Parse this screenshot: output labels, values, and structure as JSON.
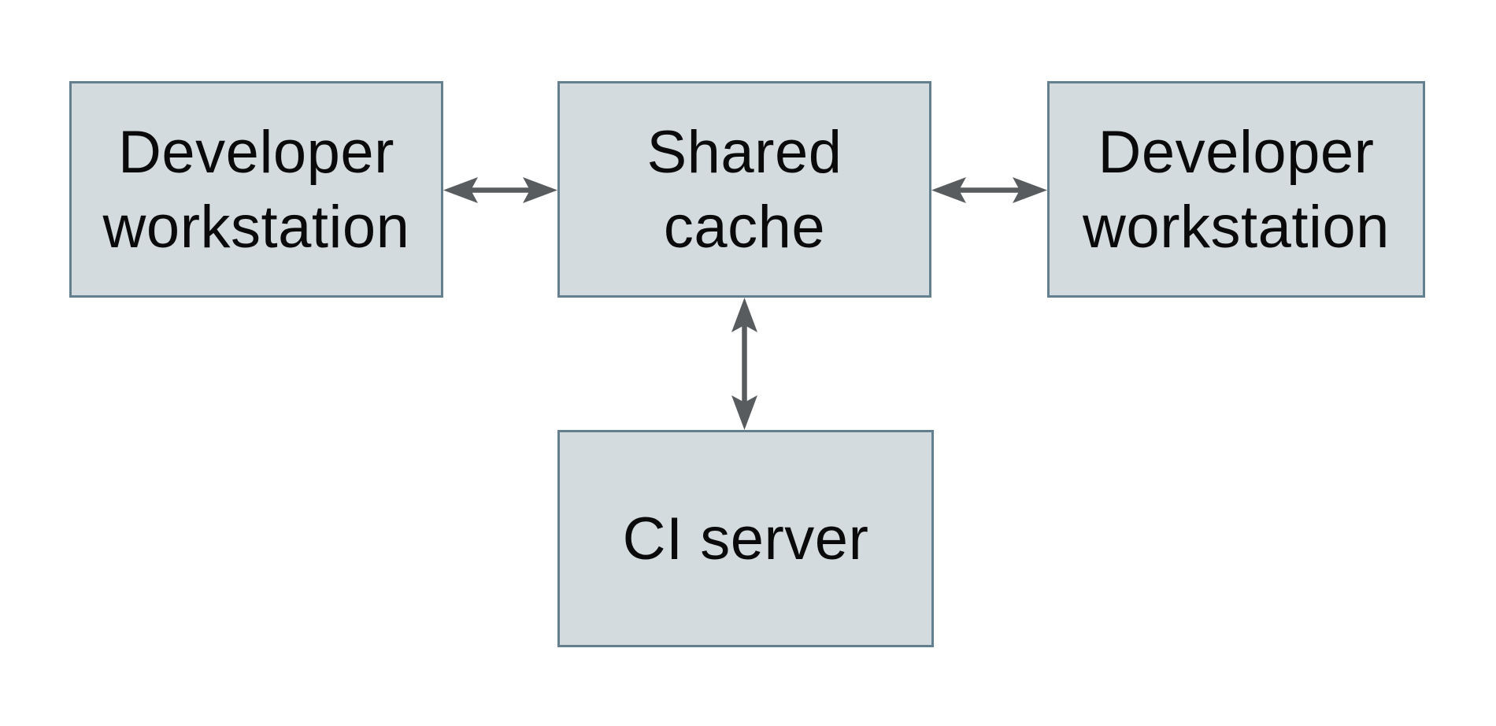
{
  "diagram": {
    "type": "architecture-diagram",
    "background_color": "#ffffff",
    "colors": {
      "node_fill": "#d3dbde",
      "node_border": "#64808e",
      "arrow": "#595c5e",
      "text": "#0a0a0a"
    },
    "nodes": [
      {
        "id": "developer-workstation-left",
        "label": "Developer\nworkstation"
      },
      {
        "id": "shared-cache",
        "label": "Shared\ncache"
      },
      {
        "id": "developer-workstation-right",
        "label": "Developer\nworkstation"
      },
      {
        "id": "ci-server",
        "label": "CI server"
      }
    ],
    "edges": [
      {
        "from": "developer-workstation-left",
        "to": "shared-cache",
        "direction": "bidirectional"
      },
      {
        "from": "shared-cache",
        "to": "developer-workstation-right",
        "direction": "bidirectional"
      },
      {
        "from": "shared-cache",
        "to": "ci-server",
        "direction": "bidirectional"
      }
    ]
  }
}
